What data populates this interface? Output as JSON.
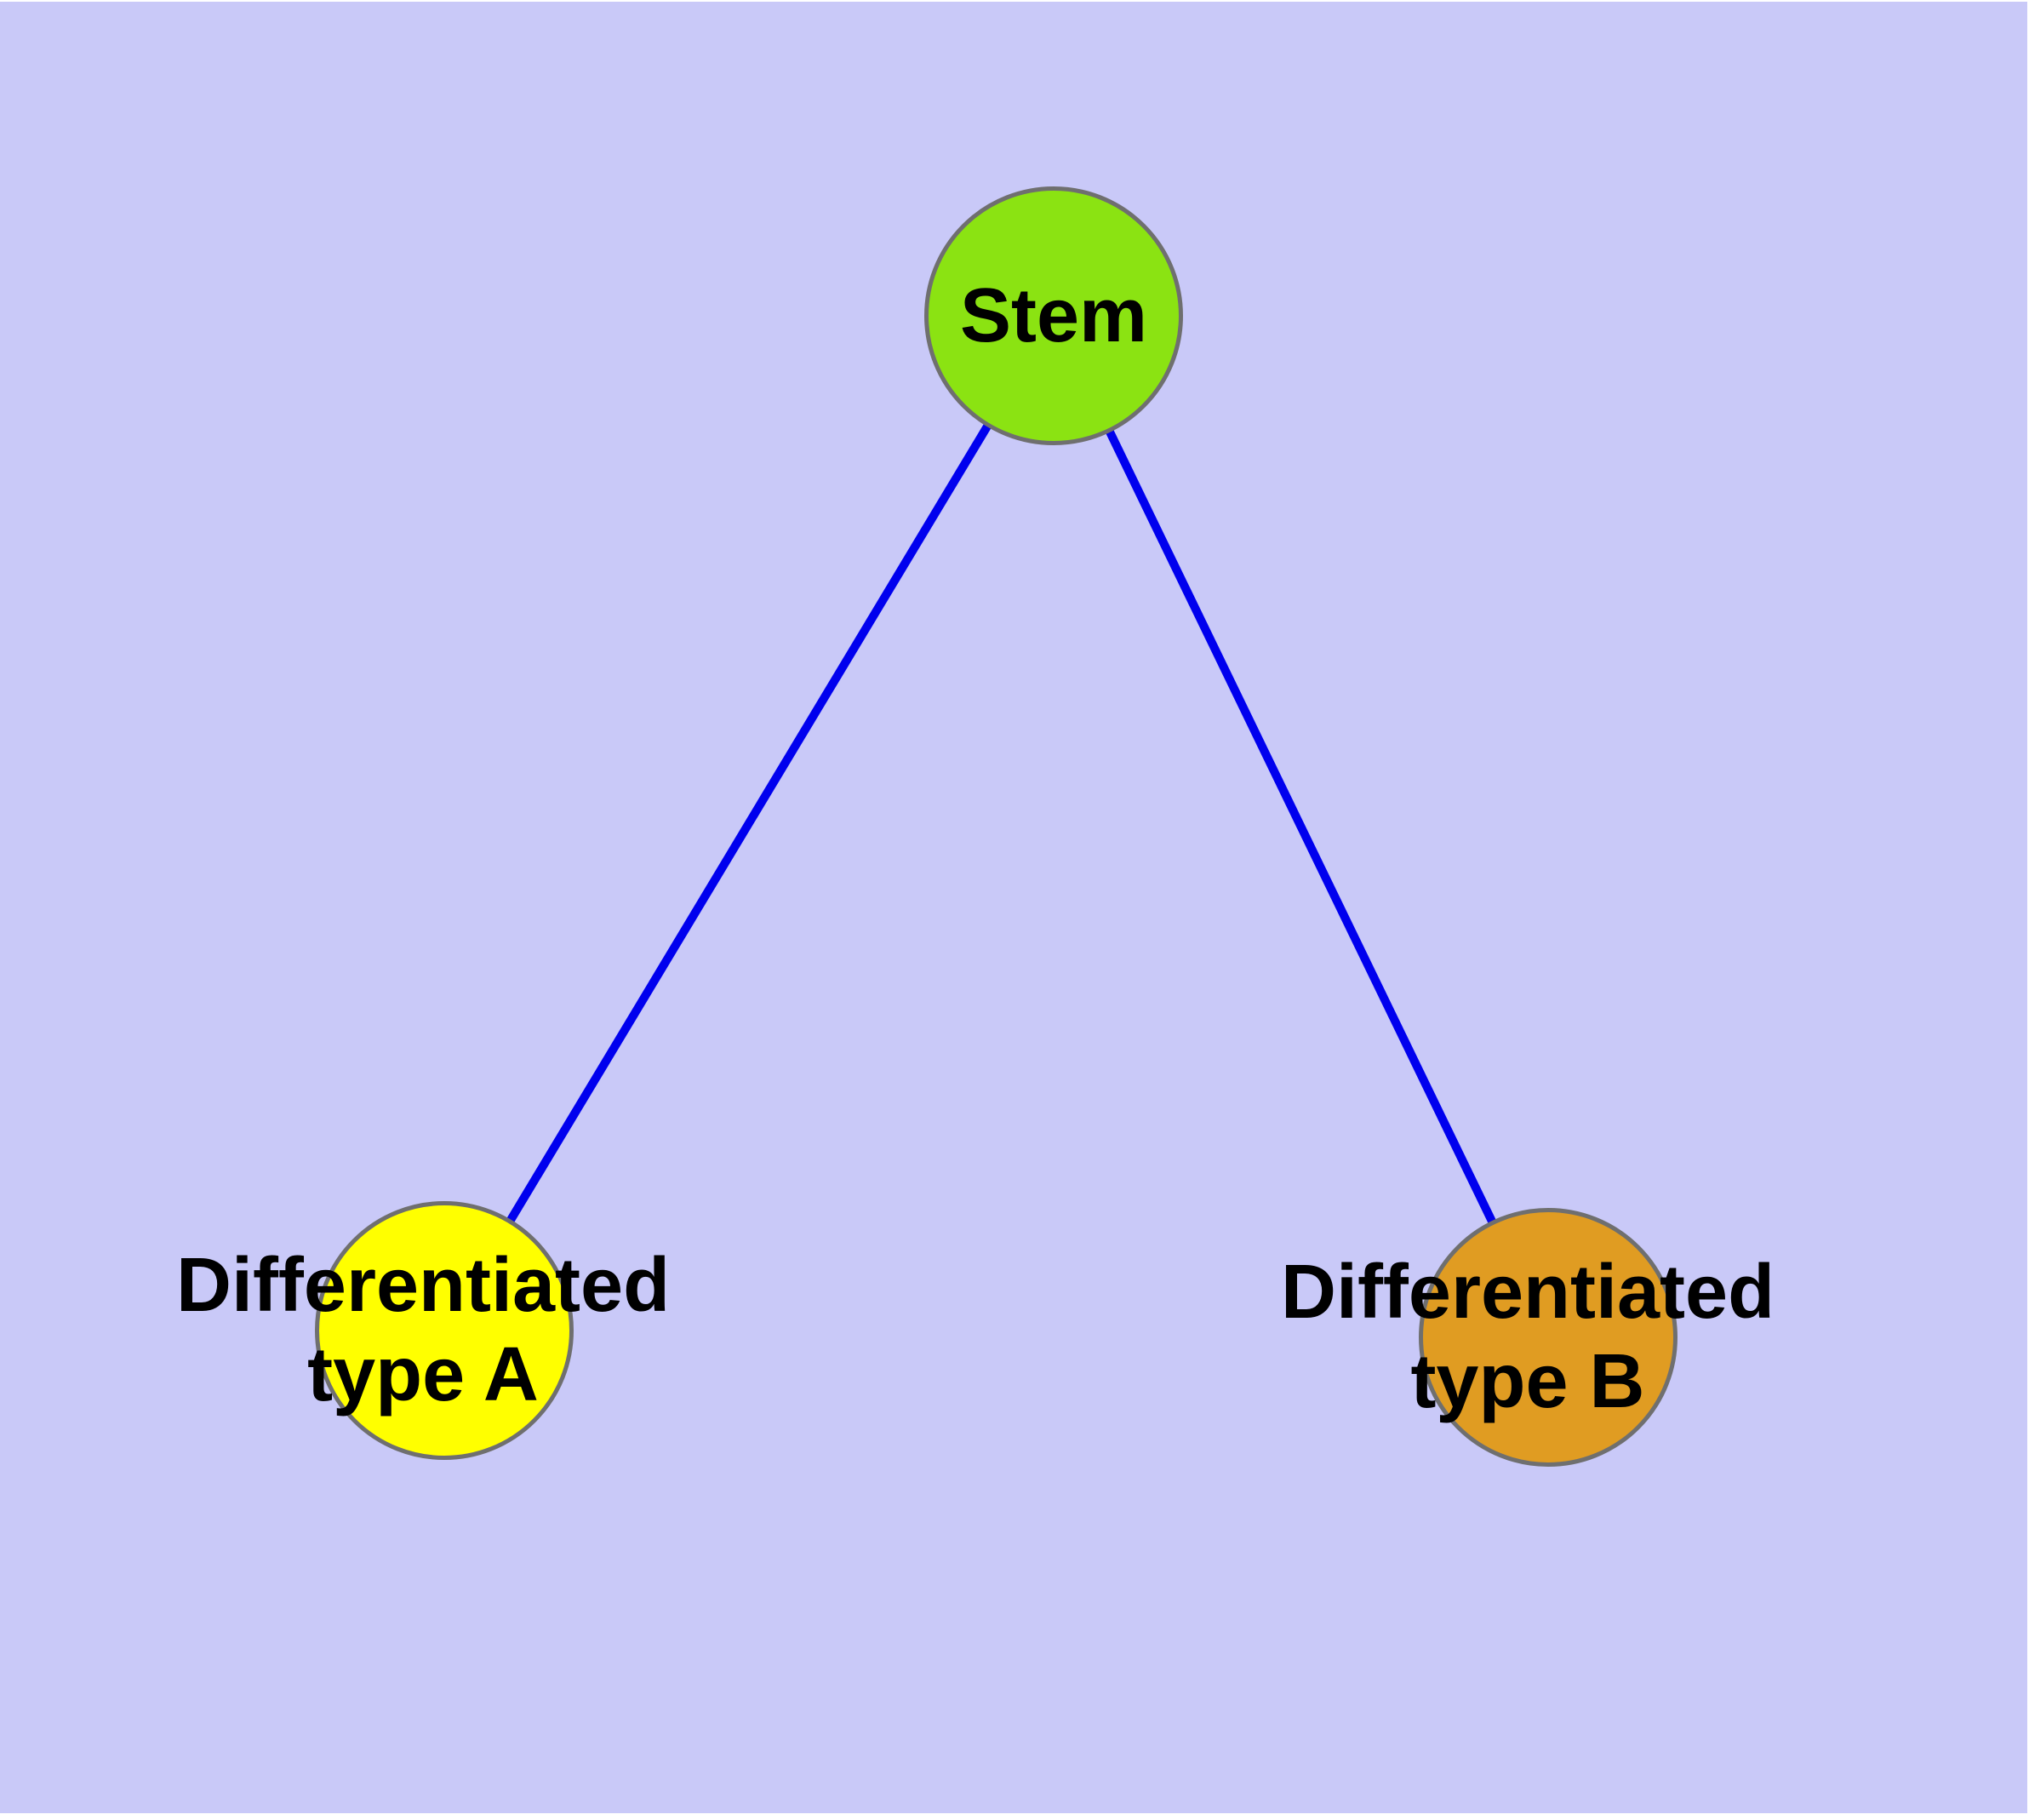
{
  "diagram": {
    "type": "node-link-graph",
    "colors": {
      "background": "#C9C9F8",
      "page_margin": "#FFFFFF",
      "node_border": "#6F6F6F",
      "edge": "#0000EE",
      "label_text": "#000000"
    },
    "nodes": {
      "stem": {
        "label": "Stem",
        "fill": "#8BE312"
      },
      "type_a": {
        "label_line1": "Differentiated",
        "label_line2": "type A",
        "full_label": "Differentiated type A",
        "fill": "#FFFF00"
      },
      "type_b": {
        "label_line1": "Differentiated",
        "label_line2": "type B",
        "full_label": "Differentiated type B",
        "fill": "#E09C22"
      }
    },
    "edges": [
      {
        "from": "Stem",
        "to": "Differentiated type A",
        "color": "#0000EE"
      },
      {
        "from": "Stem",
        "to": "Differentiated type B",
        "color": "#0000EE"
      }
    ]
  }
}
